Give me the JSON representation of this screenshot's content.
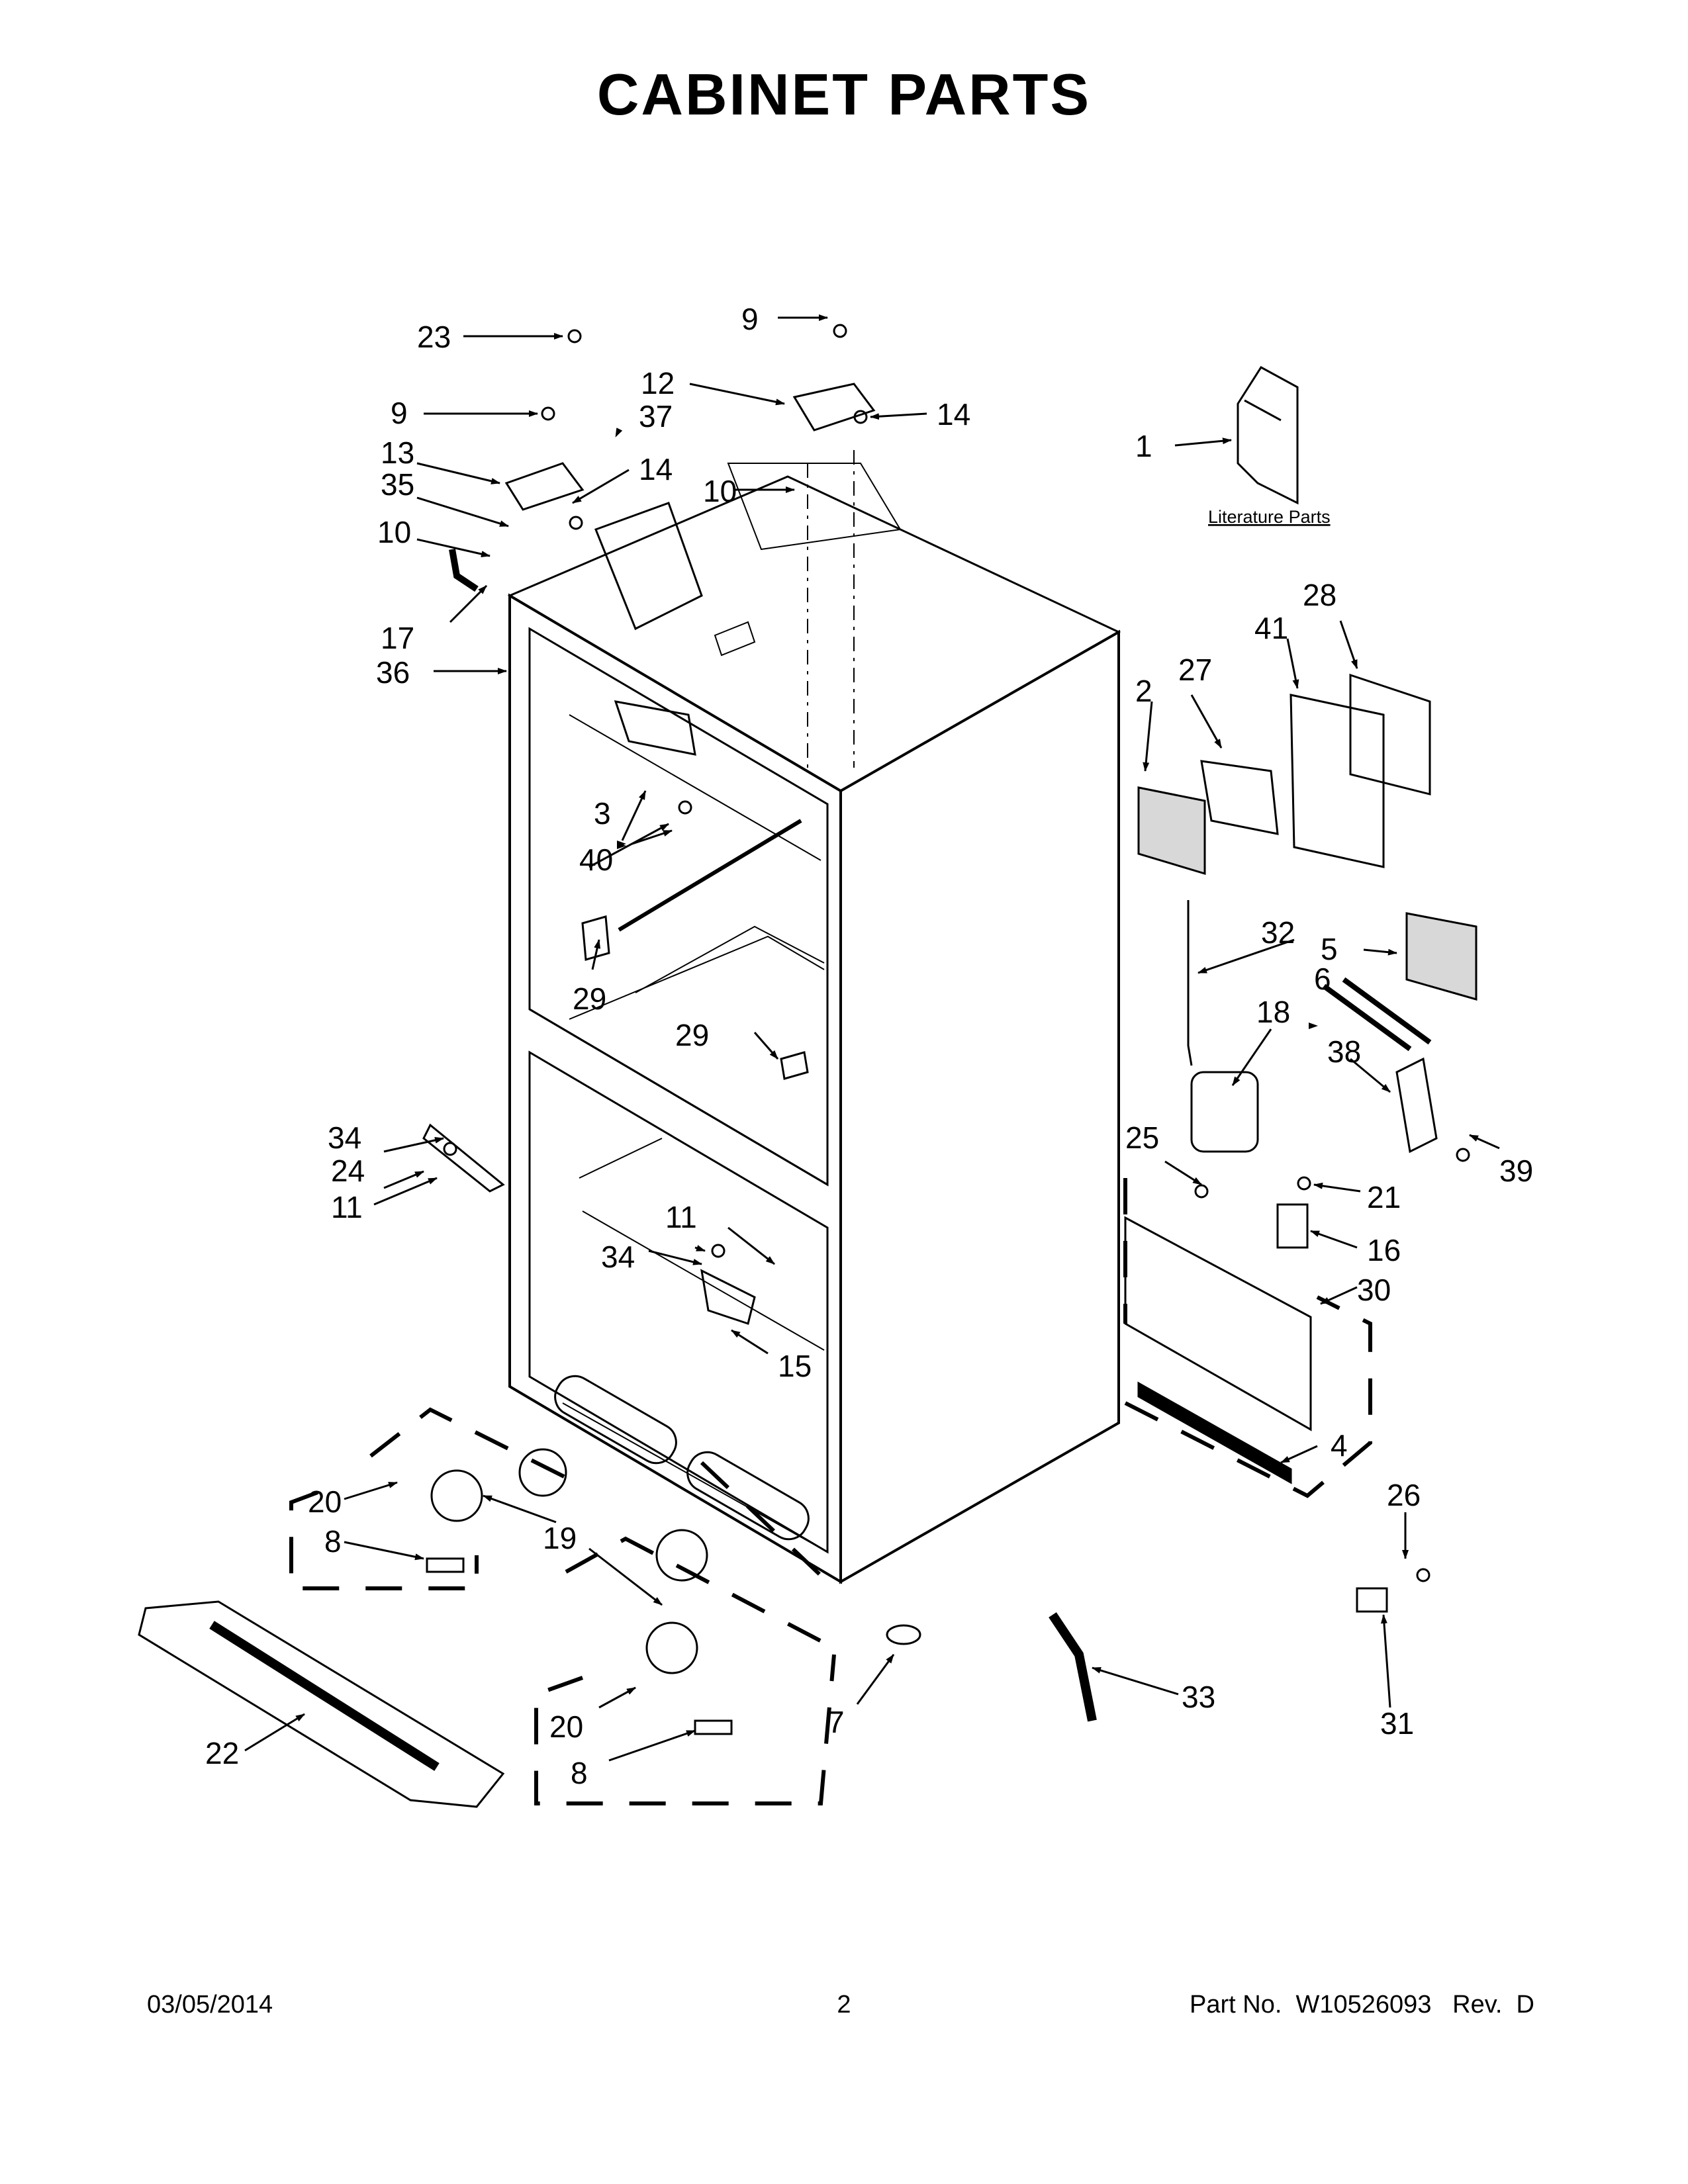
{
  "page": {
    "title": "CABINET PARTS",
    "literature_label": "Literature Parts"
  },
  "callouts": {
    "c1": "1",
    "c2": "2",
    "c3": "3",
    "c4": "4",
    "c5": "5",
    "c6": "6",
    "c7": "7",
    "c8a": "8",
    "c8b": "8",
    "c9a": "9",
    "c9b": "9",
    "c10a": "10",
    "c10b": "10",
    "c11a": "11",
    "c11b": "11",
    "c12": "12",
    "c13": "13",
    "c14a": "14",
    "c14b": "14",
    "c15": "15",
    "c16": "16",
    "c17": "17",
    "c18": "18",
    "c19": "19",
    "c20a": "20",
    "c20b": "20",
    "c21": "21",
    "c22": "22",
    "c23": "23",
    "c24": "24",
    "c25": "25",
    "c26": "26",
    "c27": "27",
    "c28": "28",
    "c29a": "29",
    "c29b": "29",
    "c30": "30",
    "c31": "31",
    "c32": "32",
    "c33": "33",
    "c34a": "34",
    "c34b": "34",
    "c35": "35",
    "c36": "36",
    "c37": "37",
    "c38": "38",
    "c39": "39",
    "c40": "40",
    "c41": "41"
  },
  "footer": {
    "date": "03/05/2014",
    "page_number": "2",
    "part_info": "Part No.  W10526093   Rev.  D"
  }
}
